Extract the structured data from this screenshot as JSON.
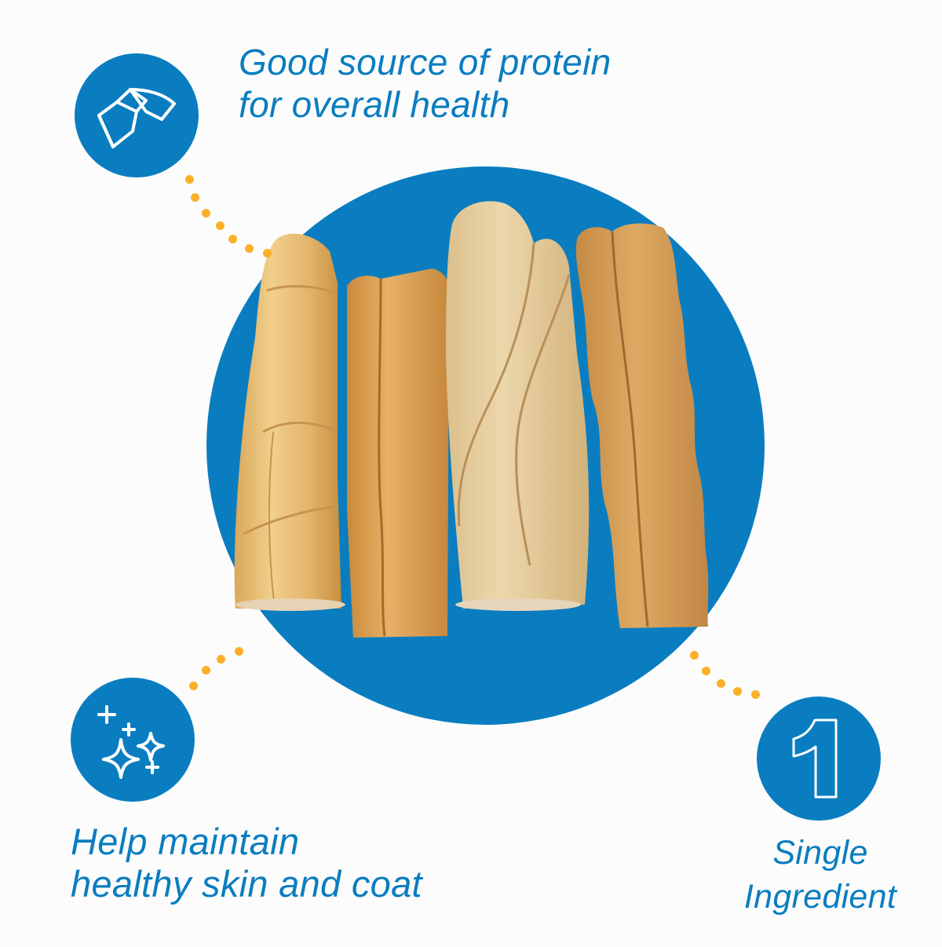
{
  "features": [
    {
      "id": "protein",
      "icon": "protein-strip-icon",
      "lines": [
        "Good source of protein",
        "for overall health"
      ]
    },
    {
      "id": "skin-coat",
      "icon": "sparkles-icon",
      "lines": [
        "Help maintain",
        "healthy skin and coat"
      ]
    },
    {
      "id": "single-ingredient",
      "icon": "number-one-icon",
      "icon_text": "1",
      "lines": [
        "Single",
        "Ingredient"
      ]
    }
  ],
  "product": {
    "image": "rawhide-rolls-chews",
    "count_visible": 4
  },
  "colors": {
    "brand_blue": "#0a7dc0",
    "dot_yellow": "#fbb027",
    "background": "#fcfcfc"
  }
}
